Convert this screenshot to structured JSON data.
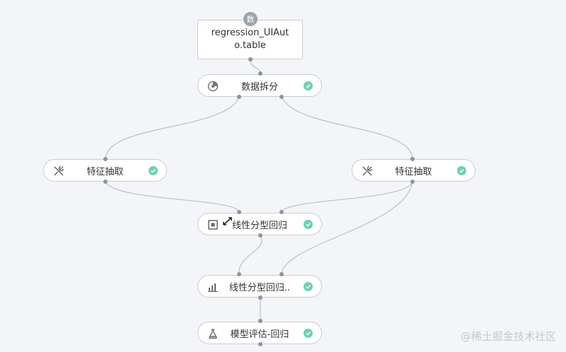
{
  "data_node": {
    "badge": "数",
    "label_line1": "regression_UIAut",
    "label_line2": "o.table"
  },
  "nodes": {
    "split": {
      "label": "数据拆分",
      "icon": "split-icon"
    },
    "feature_left": {
      "label": "特征抽取",
      "icon": "wrench-icon"
    },
    "feature_right": {
      "label": "特征抽取",
      "icon": "wrench-icon"
    },
    "regress1": {
      "label": "线性分型回归",
      "icon": "model-icon"
    },
    "regress2": {
      "label": "线性分型回归..",
      "icon": "bar-chart-icon"
    },
    "evaluate": {
      "label": "模型评估-回归",
      "icon": "flask-icon"
    }
  },
  "watermark": "@稀土掘金技术社区",
  "colors": {
    "check": "#6ad3b1",
    "edge": "#b9c0c9",
    "port": "#8d949c",
    "background": "#f3f5f8"
  }
}
